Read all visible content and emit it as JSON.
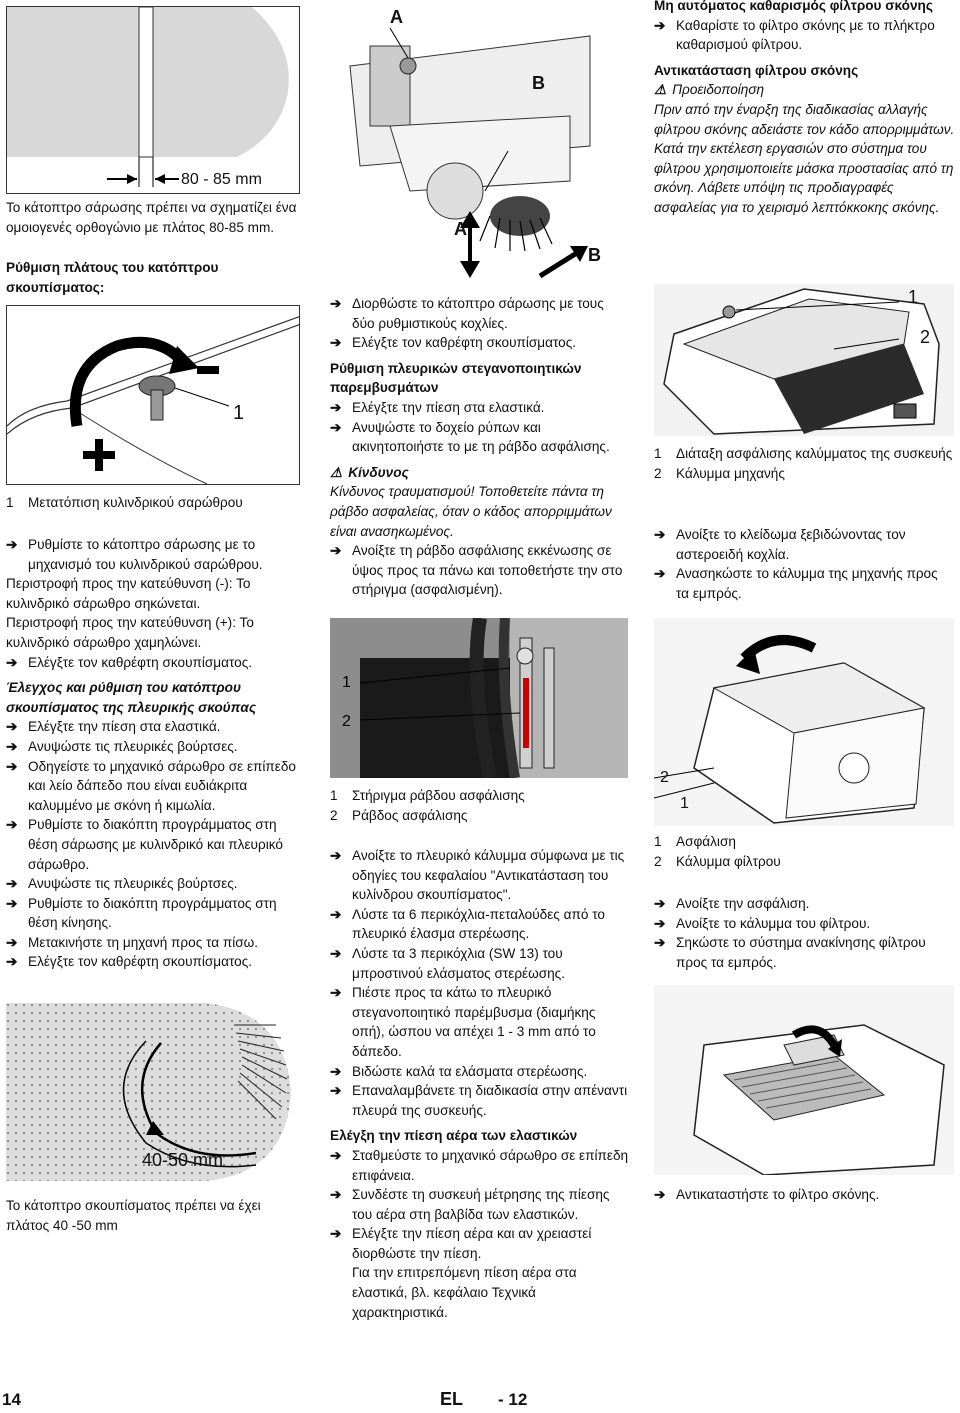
{
  "col1": {
    "fig1_dim": "80 - 85 mm",
    "p1": "Το κάτοπτρο σάρωσης πρέπει να σχηματίζει ένα ομοιογενές ορθογώνιο με πλάτος 80-85 mm.",
    "h1": "Ρύθμιση πλάτους του κατόπτρου σκουπίσματος:",
    "fig2_plus": "+",
    "fig2_minus": "-",
    "fig2_callout": "1",
    "cap1_n": "1",
    "cap1_t": "Μετατόπιση κυλινδρικού σαρώθρου",
    "s1": "Ρυθμίστε το κάτοπτρο σάρωσης με το μηχανισμό του κυλινδρικού σαρώθρου.",
    "p2": "Περιστροφή προς την κατεύθυνση (-): Το κυλινδρικό σάρωθρο σηκώνεται.",
    "p3": "Περιστροφή προς την κατεύθυνση (+): Το κυλινδρικό σάρωθρο χαμηλώνει.",
    "s2": "Ελέγξτε τον καθρέφτη σκουπίσματος.",
    "h2": "Έλεγχος και ρύθμιση του κατόπτρου σκουπίσματος της πλευρικής σκούπας",
    "s3": "Ελέγξτε την πίεση στα ελαστικά.",
    "s4": "Ανυψώστε τις πλευρικές βούρτσες.",
    "s5": "Οδηγείστε το μηχανικό σάρωθρο σε επίπεδο και λείο δάπεδο που είναι ευδιάκριτα καλυμμένο με σκόνη ή κιμωλία.",
    "s6": "Ρυθμίστε το διακόπτη προγράμματος στη θέση σάρωσης με κυλινδρικό και πλευρικό σάρωθρο.",
    "s7": "Ανυψώστε τις πλευρικές βούρτσες.",
    "s8": "Ρυθμίστε το διακόπτη προγράμματος στη θέση κίνησης.",
    "s9": "Μετακινήστε τη μηχανή προς τα πίσω.",
    "s10": "Ελέγξτε τον καθρέφτη σκουπίσματος.",
    "fig3_dim": "40-50 mm",
    "p4": "Το κάτοπτρο σκουπίσματος πρέπει να έχει πλάτος 40 -50 mm"
  },
  "col2": {
    "fig1_A_top": "A",
    "fig1_B_top": "B",
    "fig1_A_bot": "A",
    "fig1_B_bot": "B",
    "s1": "Διορθώστε το κάτοπτρο σάρωσης με τους δύο ρυθμιστικούς κοχλίες.",
    "s2": "Ελέγξτε τον καθρέφτη σκουπίσματος.",
    "h1": "Ρύθμιση πλευρικών στεγανοποιητικών παρεμβυσμάτων",
    "s3": "Ελέγξτε την πίεση στα ελαστικά.",
    "s4": "Ανυψώστε το δοχείο ρύπων και ακινητοποιήστε το με τη ράβδο ασφάλισης.",
    "danger_title": "Κίνδυνος",
    "danger_text": "Κίνδυνος τραυματισμού! Τοποθετείτε πάντα τη ράβδο ασφαλείας, όταν ο κάδος απορριμμάτων είναι ανασηκωμένος.",
    "s5": "Ανοίξτε τη ράβδο ασφάλισης εκκένωσης σε ύψος προς τα πάνω και τοποθετήστε την στο στήριγμα (ασφαλισμένη).",
    "fig2_c1": "1",
    "fig2_c2": "2",
    "cap1_n": "1",
    "cap1_t": "Στήριγμα ράβδου ασφάλισης",
    "cap2_n": "2",
    "cap2_t": "Ράβδος ασφάλισης",
    "s6": "Ανοίξτε το πλευρικό κάλυμμα σύμφωνα με τις οδηγίες του κεφαλαίου \"Αντικατάσταση του κυλίνδρου σκουπίσματος\".",
    "s7": "Λύστε τα 6 περικόχλια-πεταλούδες από το πλευρικό έλασμα στερέωσης.",
    "s8": "Λύστε τα 3 περικόχλια (SW 13) του μπροστινού ελάσματος στερέωσης.",
    "s9": "Πιέστε προς τα κάτω το πλευρικό στεγανοποιητικό παρέμβυσμα (διαμήκης οπή), ώσπου να απέχει 1 - 3 mm από το δάπεδο.",
    "s10": "Βιδώστε καλά τα ελάσματα στερέωσης.",
    "s11": "Επαναλαμβάνετε τη διαδικασία στην απέναντι πλευρά της συσκευής.",
    "h2": "Ελέγξη την πίεση αέρα των ελαστικών",
    "s12": "Σταθμεύστε το μηχανικό σάρωθρο σε επίπεδη επιφάνεια.",
    "s13": "Συνδέστε τη συσκευή μέτρησης της πίεσης του αέρα στη βαλβίδα των ελαστικών.",
    "s14": "Ελέγξτε την πίεση αέρα και αν χρειαστεί διορθώστε την πίεση.",
    "p1": "Για την επιτρεπόμενη πίεση αέρα στα ελαστικά, βλ. κεφάλαιο Τεχνικά χαρακτηριστικά."
  },
  "col3": {
    "h1": "Μη αυτόματος καθαρισμός φίλτρου σκόνης",
    "s1": "Καθαρίστε το φίλτρο σκόνης με το πλήκτρο καθαρισμού φίλτρου.",
    "h2": "Αντικατάσταση φίλτρου σκόνης",
    "warn_title": "Προειδοποίηση",
    "warn_text": "Πριν από την έναρξη της διαδικασίας αλλαγής φίλτρου σκόνης αδειάστε τον κάδο απορριμμάτων. Κατά την εκτέλεση εργασιών στο σύστημα του φίλτρου χρησιμοποιείτε μάσκα προστασίας από τη σκόνη. Λάβετε υπόψη τις προδιαγραφές ασφαλείας για το χειρισμό λεπτόκκοκης σκόνης.",
    "fig1_c1": "1",
    "fig1_c2": "2",
    "cap1_n": "1",
    "cap1_t": "Διάταξη ασφάλισης καλύμματος της συσκευής",
    "cap2_n": "2",
    "cap2_t": "Κάλυμμα μηχανής",
    "s2": "Ανοίξτε το κλείδωμα ξεβιδώνοντας τον αστεροειδή κοχλία.",
    "s3": "Ανασηκώστε το κάλυμμα της μηχανής προς τα εμπρός.",
    "fig2_c2": "2",
    "fig2_c1": "1",
    "cap3_n": "1",
    "cap3_t": "Ασφάλιση",
    "cap4_n": "2",
    "cap4_t": "Κάλυμμα φίλτρου",
    "s4": "Ανοίξτε την ασφάλιση.",
    "s5": "Ανοίξτε το κάλυμμα του φίλτρου.",
    "s6": "Σηκώστε το σύστημα ανακίνησης φίλτρου προς τα εμπρός.",
    "s7": "Αντικαταστήστε το φίλτρο σκόνης."
  },
  "footer": {
    "page": "14",
    "lang": "EL",
    "sub": "- 12"
  }
}
